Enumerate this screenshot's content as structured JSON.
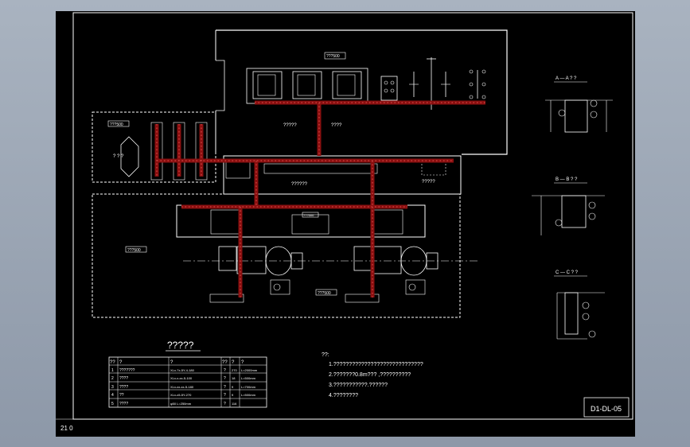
{
  "drawing": {
    "table_title": "?????",
    "code": "D1-DL-05",
    "corner_text": "21 0",
    "room_top_label": "???500",
    "room_left_label": "???500",
    "room_main_label": "???500",
    "room_bottom_label": "???500",
    "room_mid_label": "???500",
    "label_a": "?????",
    "label_b": "????",
    "label_c": "??????",
    "label_d": "?????",
    "left_room_note": "? ? ?",
    "section_a": "A — A  ? ?",
    "section_b": "B — B  ? ?",
    "section_c": "C — C  ? ?",
    "notes_heading": "??:",
    "notes": [
      "1.?????????????????????????????",
      "2.???????0.8m??? ,??????????",
      "3.???????????.??????",
      "4.????????"
    ],
    "table_header": [
      "??",
      "?",
      "?",
      "??",
      "?",
      "?"
    ],
    "table_rows": [
      [
        "1",
        "???????",
        "XLx-7x-5Y-4-180",
        "?",
        "270",
        "L=2000mm"
      ],
      [
        "2",
        "????",
        "XLx-x-xx-5-100",
        "?",
        "18",
        "L=500mm"
      ],
      [
        "3",
        "????",
        "XLx-xx-xx-5-180",
        "?",
        "9",
        "L=700mm"
      ],
      [
        "4",
        "??",
        "XLx-x5-5Y-270",
        "?",
        "9",
        "L=500mm"
      ],
      [
        "5",
        "????",
        "φ50  L=250mm",
        "?",
        "116",
        ""
      ]
    ]
  }
}
